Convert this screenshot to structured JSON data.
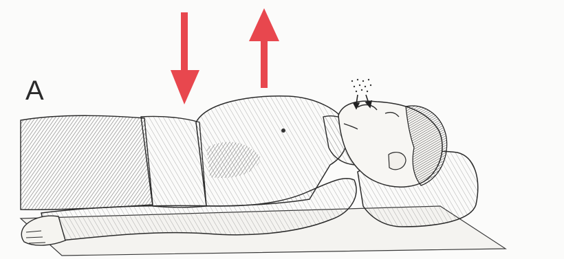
{
  "figure": {
    "label": "A"
  },
  "arrows": {
    "down": {
      "color": "#e8474e",
      "icon": "arrow-down"
    },
    "up": {
      "color": "#e8474e",
      "icon": "arrow-up"
    }
  },
  "colors": {
    "ink": "#2a2a2a",
    "paper": "#fbfbfa",
    "accent": "#e8474e"
  }
}
